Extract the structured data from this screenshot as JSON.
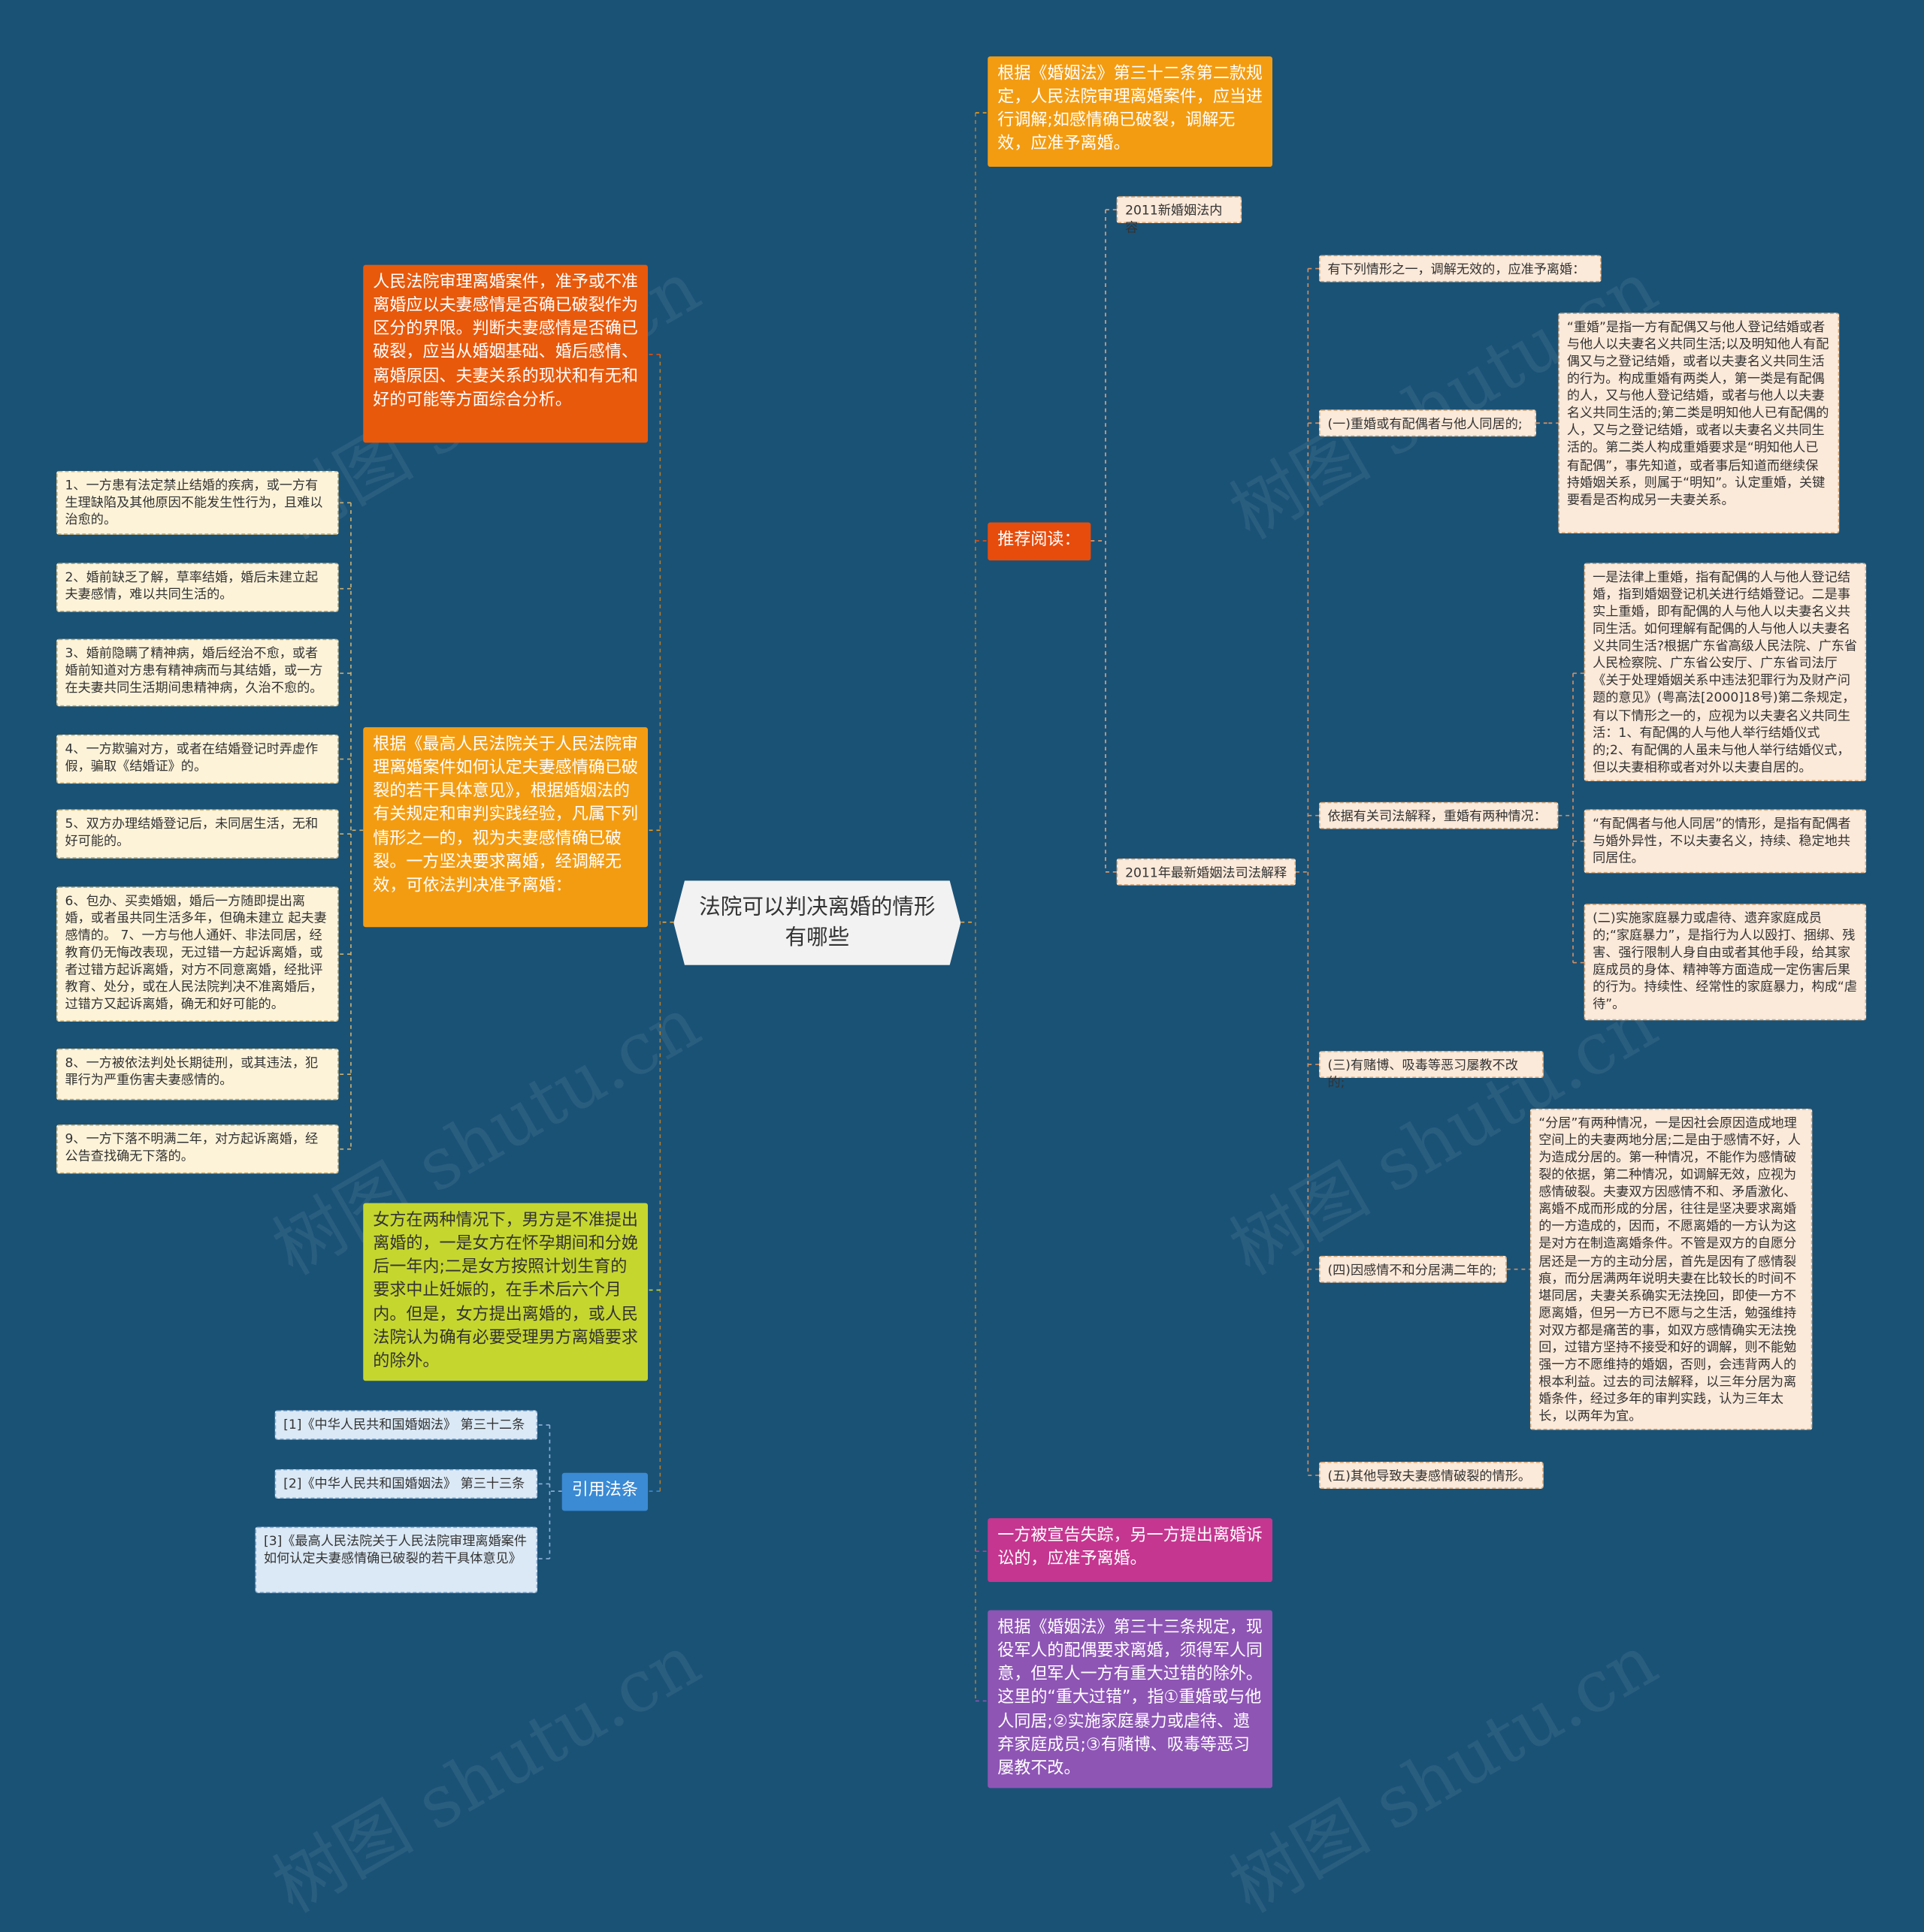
{
  "center": "法院可以判决离婚的情形有哪些",
  "watermark": "树图 shutu.cn",
  "colors": {
    "background": "#1a5276",
    "orange": "#f39c12",
    "red_orange": "#e74c0c",
    "yellow_green": "#c5d62f",
    "magenta": "#c53690",
    "purple": "#8e55b5",
    "blue": "#3a8ad4"
  },
  "right": {
    "article32": "根据《婚姻法》第三十二条第二款规定，人民法院审理离婚案件，应当进行调解;如感情确已破裂，调解无效，应准予离婚。",
    "recommend": "推荐阅读：",
    "r2011_content": "2011新婚姻法内容",
    "r2011_interp": "2011年最新婚姻法司法解释",
    "interp_intro": "有下列情形之一，调解无效的，应准予离婚：",
    "c1": "(一)重婚或有配偶者与他人同居的;",
    "c1_detail": "“重婚”是指一方有配偶又与他人登记结婚或者与他人以夫妻名义共同生活;以及明知他人有配偶又与之登记结婚，或者以夫妻名义共同生活的行为。构成重婚有两类人，第一类是有配偶的人，又与他人登记结婚，或者与他人以夫妻名义共同生活的;第二类是明知他人已有配偶的人，又与之登记结婚，或者以夫妻名义共同生活的。第二类人构成重婚要求是“明知他人已有配偶”，事先知道，或者事后知道而继续保持婚姻关系，则属于“明知”。认定重婚，关键要看是否构成另一夫妻关系。",
    "judicial": "依据有关司法解释，重婚有两种情况：",
    "judicial_a": "一是法律上重婚，指有配偶的人与他人登记结婚，指到婚姻登记机关进行结婚登记。二是事实上重婚，即有配偶的人与他人以夫妻名义共同生活。如何理解有配偶的人与他人以夫妻名义共同生活?根据广东省高级人民法院、广东省人民检察院、广东省公安厅、广东省司法厅《关于处理婚姻关系中违法犯罪行为及财产问题的意见》(粤高法[2000]18号)第二条规定，有以下情形之一的，应视为以夫妻名义共同生活：1、有配偶的人与他人举行结婚仪式的;2、有配偶的人虽未与他人举行结婚仪式，但以夫妻相称或者对外以夫妻自居的。",
    "judicial_b": "“有配偶者与他人同居”的情形，是指有配偶者与婚外异性，不以夫妻名义，持续、稳定地共同居住。",
    "c2": "(二)实施家庭暴力或虐待、遗弃家庭成员的;“家庭暴力”，是指行为人以殴打、捆绑、残害、强行限制人身自由或者其他手段，给其家庭成员的身体、精神等方面造成一定伤害后果的行为。持续性、经常性的家庭暴力，构成“虐待”。",
    "c3": "(三)有赌博、吸毒等恶习屡教不改的;",
    "c4": "(四)因感情不和分居满二年的;",
    "c4_detail": "“分居”有两种情况，一是因社会原因造成地理空间上的夫妻两地分居;二是由于感情不好，人为造成分居的。第一种情况，不能作为感情破裂的依据，第二种情况，如调解无效，应视为感情破裂。夫妻双方因感情不和、矛盾激化、离婚不成而形成的分居，往往是坚决要求离婚的一方造成的，因而，不愿离婚的一方认为这是对方在制造离婚条件。不管是双方的自愿分居还是一方的主动分居，首先是因有了感情裂痕，而分居满两年说明夫妻在比较长的时间不堪同居，夫妻关系确实无法挽回，即使一方不愿离婚，但另一方已不愿与之生活，勉强维持对双方都是痛苦的事，如双方感情确实无法挽回，过错方坚持不接受和好的调解，则不能勉强一方不愿维持的婚姻，否则，会违背两人的根本利益。过去的司法解释，以三年分居为离婚条件，经过多年的审判实践，认为三年太长，以两年为宜。",
    "c5": "(五)其他导致夫妻感情破裂的情形。",
    "missing": "一方被宣告失踪，另一方提出离婚诉讼的，应准予离婚。",
    "article33": "根据《婚姻法》第三十三条规定，现役军人的配偶要求离婚，须得军人同意，但军人一方有重大过错的除外。这里的“重大过错”，指①重婚或与他人同居;②实施家庭暴力或虐待、遗弃家庭成员;③有赌博、吸毒等恶习屡教不改。"
  },
  "left": {
    "principle": "人民法院审理离婚案件，准予或不准离婚应以夫妻感情是否确已破裂作为区分的界限。判断夫妻感情是否确已破裂，应当从婚姻基础、婚后感情、离婚原因、夫妻关系的现状和有无和好的可能等方面综合分析。",
    "opinion": "根据《最高人民法院关于人民法院审理离婚案件如何认定夫妻感情确已破裂的若干具体意见》，根据婚姻法的有关规定和审判实践经验，凡属下列情形之一的，视为夫妻感情确已破裂。一方坚决要求离婚，经调解无效，可依法判决准予离婚：",
    "items": [
      "1、一方患有法定禁止结婚的疾病，或一方有生理缺陷及其他原因不能发生性行为，且难以治愈的。",
      "2、婚前缺乏了解，草率结婚，婚后未建立起夫妻感情，难以共同生活的。",
      "3、婚前隐瞒了精神病，婚后经治不愈，或者婚前知道对方患有精神病而与其结婚，或一方在夫妻共同生活期间患精神病，久治不愈的。",
      "4、一方欺骗对方，或者在结婚登记时弄虚作假，骗取《结婚证》的。",
      "5、双方办理结婚登记后，未同居生活，无和好可能的。",
      "6、包办、买卖婚姻，婚后一方随即提出离婚，或者虽共同生活多年，但确未建立 起夫妻感情的。 7、一方与他人通奸、非法同居，经教育仍无悔改表现，无过错一方起诉离婚，或者过错方起诉离婚，对方不同意离婚，经批评教育、处分，或在人民法院判决不准离婚后，过错方又起诉离婚，确无和好可能的。",
      "8、一方被依法判处长期徒刑，或其违法，犯罪行为严重伤害夫妻感情的。",
      "9、一方下落不明满二年，对方起诉离婚，经公告查找确无下落的。"
    ],
    "women": "女方在两种情况下，男方是不准提出离婚的，一是女方在怀孕期间和分娩后一年内;二是女方按照计划生育的要求中止妊娠的，在手术后六个月内。但是，女方提出离婚的，或人民法院认为确有必要受理男方离婚要求的除外。",
    "cite": "引用法条",
    "refs": [
      "[1]《中华人民共和国婚姻法》 第三十二条",
      "[2]《中华人民共和国婚姻法》 第三十三条",
      "[3]《最高人民法院关于人民法院审理离婚案件如何认定夫妻感情确已破裂的若干具体意见》"
    ]
  }
}
